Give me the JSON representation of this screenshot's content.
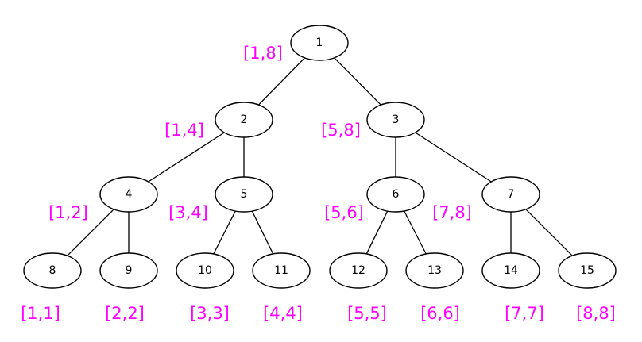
{
  "tree": {
    "edges": [
      [
        "1",
        "2"
      ],
      [
        "1",
        "3"
      ],
      [
        "2",
        "4"
      ],
      [
        "2",
        "5"
      ],
      [
        "3",
        "6"
      ],
      [
        "3",
        "7"
      ],
      [
        "4",
        "8"
      ],
      [
        "4",
        "9"
      ],
      [
        "5",
        "10"
      ],
      [
        "5",
        "11"
      ],
      [
        "6",
        "12"
      ],
      [
        "6",
        "13"
      ],
      [
        "7",
        "14"
      ],
      [
        "7",
        "15"
      ]
    ],
    "nodes": [
      {
        "label": "1",
        "range": "[1,8]"
      },
      {
        "label": "2",
        "range": "[1,4]"
      },
      {
        "label": "3",
        "range": "[5,8]"
      },
      {
        "label": "4",
        "range": "[1,2]"
      },
      {
        "label": "5",
        "range": "[3,4]"
      },
      {
        "label": "6",
        "range": "[5,6]"
      },
      {
        "label": "7",
        "range": "[7,8]"
      },
      {
        "label": "8",
        "range": "[1,1]"
      },
      {
        "label": "9",
        "range": "[2,2]"
      },
      {
        "label": "10",
        "range": "[3,3]"
      },
      {
        "label": "11",
        "range": "[4,4]"
      },
      {
        "label": "12",
        "range": "[5,5]"
      },
      {
        "label": "13",
        "range": "[6,6]"
      },
      {
        "label": "14",
        "range": "[7,7]"
      },
      {
        "label": "15",
        "range": "[8,8]"
      }
    ]
  },
  "colors": {
    "range_label": "#ff00ff",
    "node_stroke": "#000000",
    "edge": "#000000"
  }
}
